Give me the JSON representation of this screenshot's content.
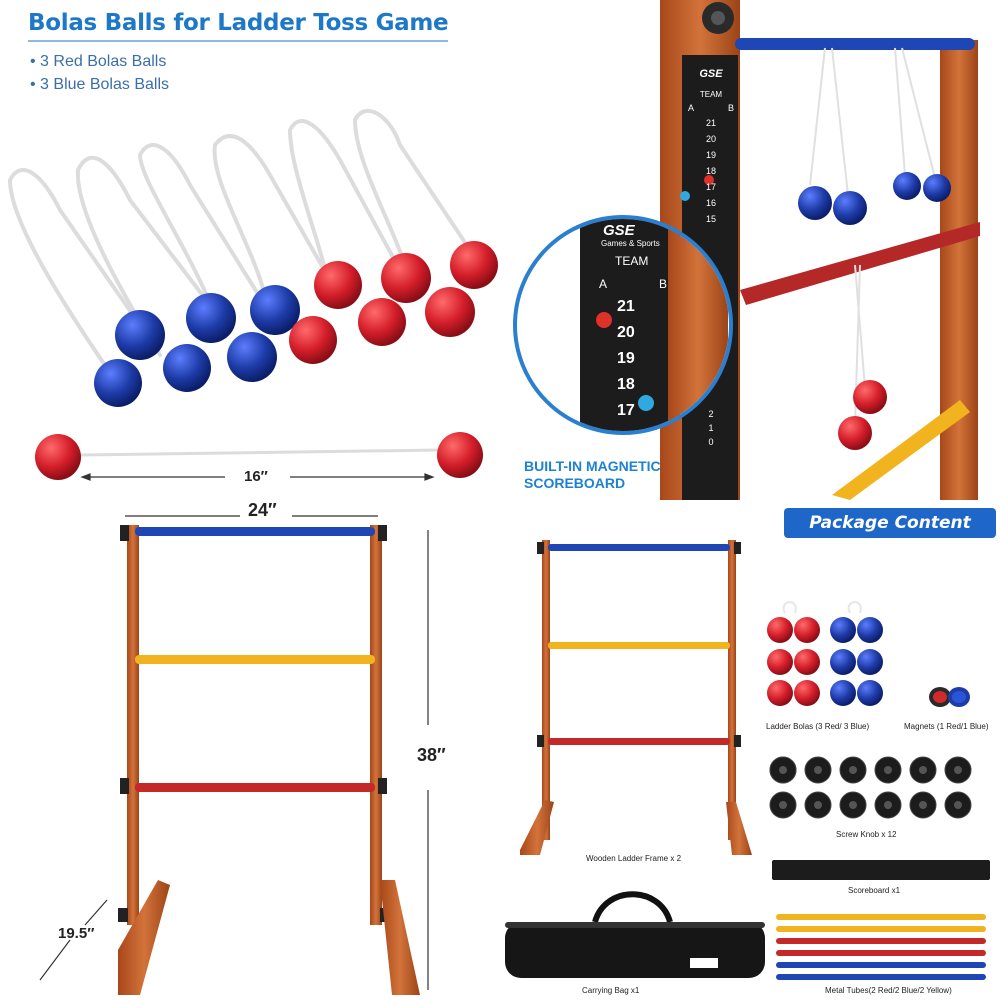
{
  "header": {
    "title": "Bolas Balls for Ladder Toss Game",
    "bullets": [
      "• 3 Red Bolas Balls",
      "• 3 Blue Bolas Balls"
    ]
  },
  "bola_length": "16″",
  "scoreboard_callout": {
    "line1": "BUILT-IN MAGNETIC",
    "line2": "SCOREBOARD"
  },
  "scoreboard": {
    "brand": "GSE",
    "brand_sub": "Games & Sports",
    "team_label": "TEAM",
    "col_a": "A",
    "col_b": "B",
    "zoom_numbers": [
      "21",
      "20",
      "19",
      "18",
      "17"
    ],
    "ladder_numbers": [
      "21",
      "20",
      "19",
      "18",
      "17",
      "16",
      "15"
    ],
    "ladder_bottom_numbers": [
      "2",
      "1",
      "0"
    ]
  },
  "dimensions": {
    "width": "24″",
    "height": "38″",
    "depth": "19.5″"
  },
  "package": {
    "banner": "Package Content",
    "ladder_bolas": "Ladder Bolas (3 Red/ 3 Blue)",
    "magnets": "Magnets (1 Red/1 Blue)",
    "screw_knob": "Screw Knob x 12",
    "ladder_frame": "Wooden Ladder Frame x 2",
    "scoreboard": "Scoreboard   x1",
    "carrying_bag": "Carrying Bag  x1",
    "metal_tubes": "Metal Tubes(2 Red/2 Blue/2 Yellow)"
  },
  "colors": {
    "accent_blue": "#1e78c8",
    "ball_red": "#d41e2a",
    "ball_blue": "#1e3ca8",
    "wood": "#c2612a",
    "rung_yellow": "#f2b41e"
  }
}
